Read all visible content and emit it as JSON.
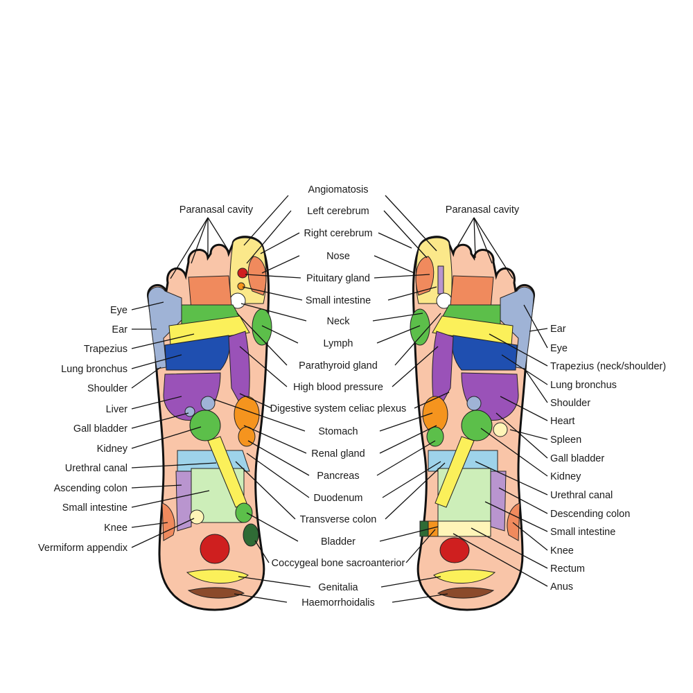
{
  "labels": {
    "left_paranasal": "Paranasal cavity",
    "right_paranasal": "Paranasal cavity",
    "left_side": [
      "Eye",
      "Ear",
      "Trapezius",
      "Lung bronchus",
      "Shoulder",
      "Liver",
      "Gall bladder",
      "Kidney",
      "Urethral canal",
      "Ascending colon",
      "Small intestine",
      "Knee",
      "Vermiform appendix"
    ],
    "center": [
      "Angiomatosis",
      "Left cerebrum",
      "Right cerebrum",
      "Nose",
      "Pituitary gland",
      "Small intestine",
      "Neck",
      "Lymph",
      "Parathyroid gland",
      "High blood pressure",
      "Digestive system celiac plexus",
      "Stomach",
      "Renal gland",
      "Pancreas",
      "Duodenum",
      "Transverse colon",
      "Bladder",
      "Coccygeal bone sacroanterior",
      "Genitalia",
      "Haemorrhoidalis"
    ],
    "right_side": [
      "Ear",
      "Eye",
      "Trapezius (neck/shoulder)",
      "Lung bronchus",
      "Shoulder",
      "Heart",
      "Spleen",
      "Gall bladder",
      "Kidney",
      "Urethral canal",
      "Descending colon",
      "Small intestine",
      "Knee",
      "Rectum",
      "Anus"
    ]
  },
  "colors": {
    "skin": "#f9c5a8",
    "big_toe_yellow": "#fbe88a",
    "toe_orange": "#f08a5d",
    "blue_gray": "#9fb3d6",
    "green": "#5cbf4a",
    "yellow": "#fbf05a",
    "blue": "#1f4fb0",
    "purple": "#9a52b8",
    "lavender": "#b995cf",
    "light_blue": "#9ed3ea",
    "light_green": "#cdeeb9",
    "orange": "#f5941e",
    "dark_green": "#2f6b35",
    "red": "#cf1f1f",
    "brown": "#8b4a2b",
    "cream": "#fff5b8"
  }
}
